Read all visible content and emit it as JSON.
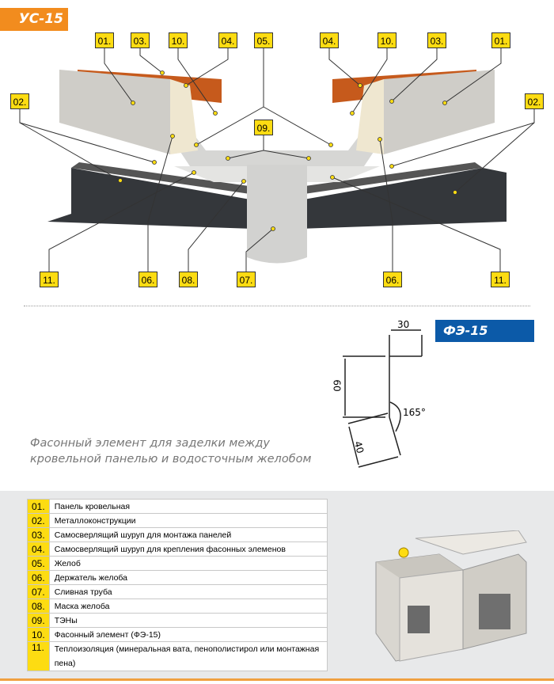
{
  "header_tag": "УС-15",
  "callouts": {
    "top": [
      "01.",
      "03.",
      "10.",
      "04.",
      "05.",
      "04.",
      "10.",
      "03.",
      "01."
    ],
    "side_left": "02.",
    "side_right": "02.",
    "middle": "09.",
    "bottom": [
      "11.",
      "06.",
      "08.",
      "07.",
      "06.",
      "11."
    ]
  },
  "profile": {
    "title": "ФЭ-15",
    "dim_top": "30",
    "dim_left": "60",
    "dim_bottom": "40",
    "angle": "165°"
  },
  "caption": [
    "Фасонный элемент для заделки между",
    "кровельной панелью и водосточным желобом"
  ],
  "legend": [
    {
      "num": "01.",
      "text": "Панель кровельная"
    },
    {
      "num": "02.",
      "text": "Металлоконструкции"
    },
    {
      "num": "03.",
      "text": "Самосверлящий шуруп для монтажа панелей"
    },
    {
      "num": "04.",
      "text": "Самосверлящий шуруп для крепления фасонных элеменов"
    },
    {
      "num": "05.",
      "text": "Желоб"
    },
    {
      "num": "06.",
      "text": "Держатель желоба"
    },
    {
      "num": "07.",
      "text": "Сливная труба"
    },
    {
      "num": "08.",
      "text": "Маска желоба"
    },
    {
      "num": "09.",
      "text": "ТЭНы"
    },
    {
      "num": "10.",
      "text": "Фасонный элемент (ФЭ-15)"
    },
    {
      "num": "11.",
      "text": "Теплоизоляция (минеральная вата, пенополистирол или монтажная пена)"
    }
  ],
  "colors": {
    "accent": "#f28c1e",
    "label": "#fddc12",
    "blue": "#0c5aa8"
  }
}
